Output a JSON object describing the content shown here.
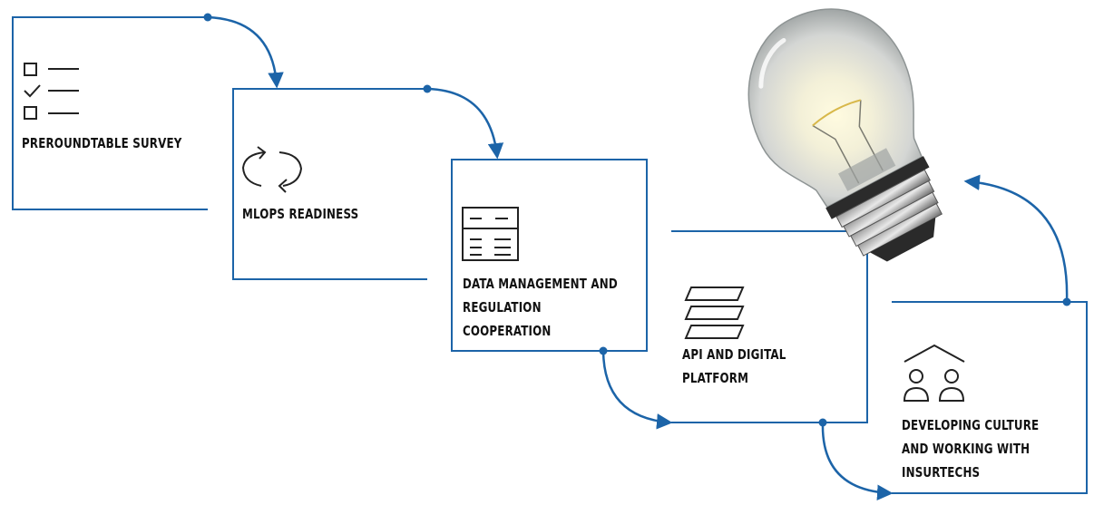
{
  "colors": {
    "frame": "#1c64a8",
    "icon": "#222222",
    "text": "#111111"
  },
  "steps": [
    {
      "id": "survey",
      "icon": "checklist-icon",
      "lines": [
        "PREROUNDTABLE SURVEY"
      ]
    },
    {
      "id": "mlops",
      "icon": "cycle-arrows-icon",
      "lines": [
        "MLOPS READINESS"
      ]
    },
    {
      "id": "data",
      "icon": "table-icon",
      "lines": [
        "DATA MANAGEMENT  AND",
        "REGULATION",
        "COOPERATION"
      ]
    },
    {
      "id": "api",
      "icon": "layers-icon",
      "lines": [
        "API AND DIGITAL",
        "PLATFORM"
      ]
    },
    {
      "id": "culture",
      "icon": "people-roof-icon",
      "lines": [
        "DEVELOPING CULTURE",
        "AND WORKING WITH",
        "INSURTECHS"
      ]
    }
  ],
  "image": {
    "icon": "light-bulb-icon"
  }
}
